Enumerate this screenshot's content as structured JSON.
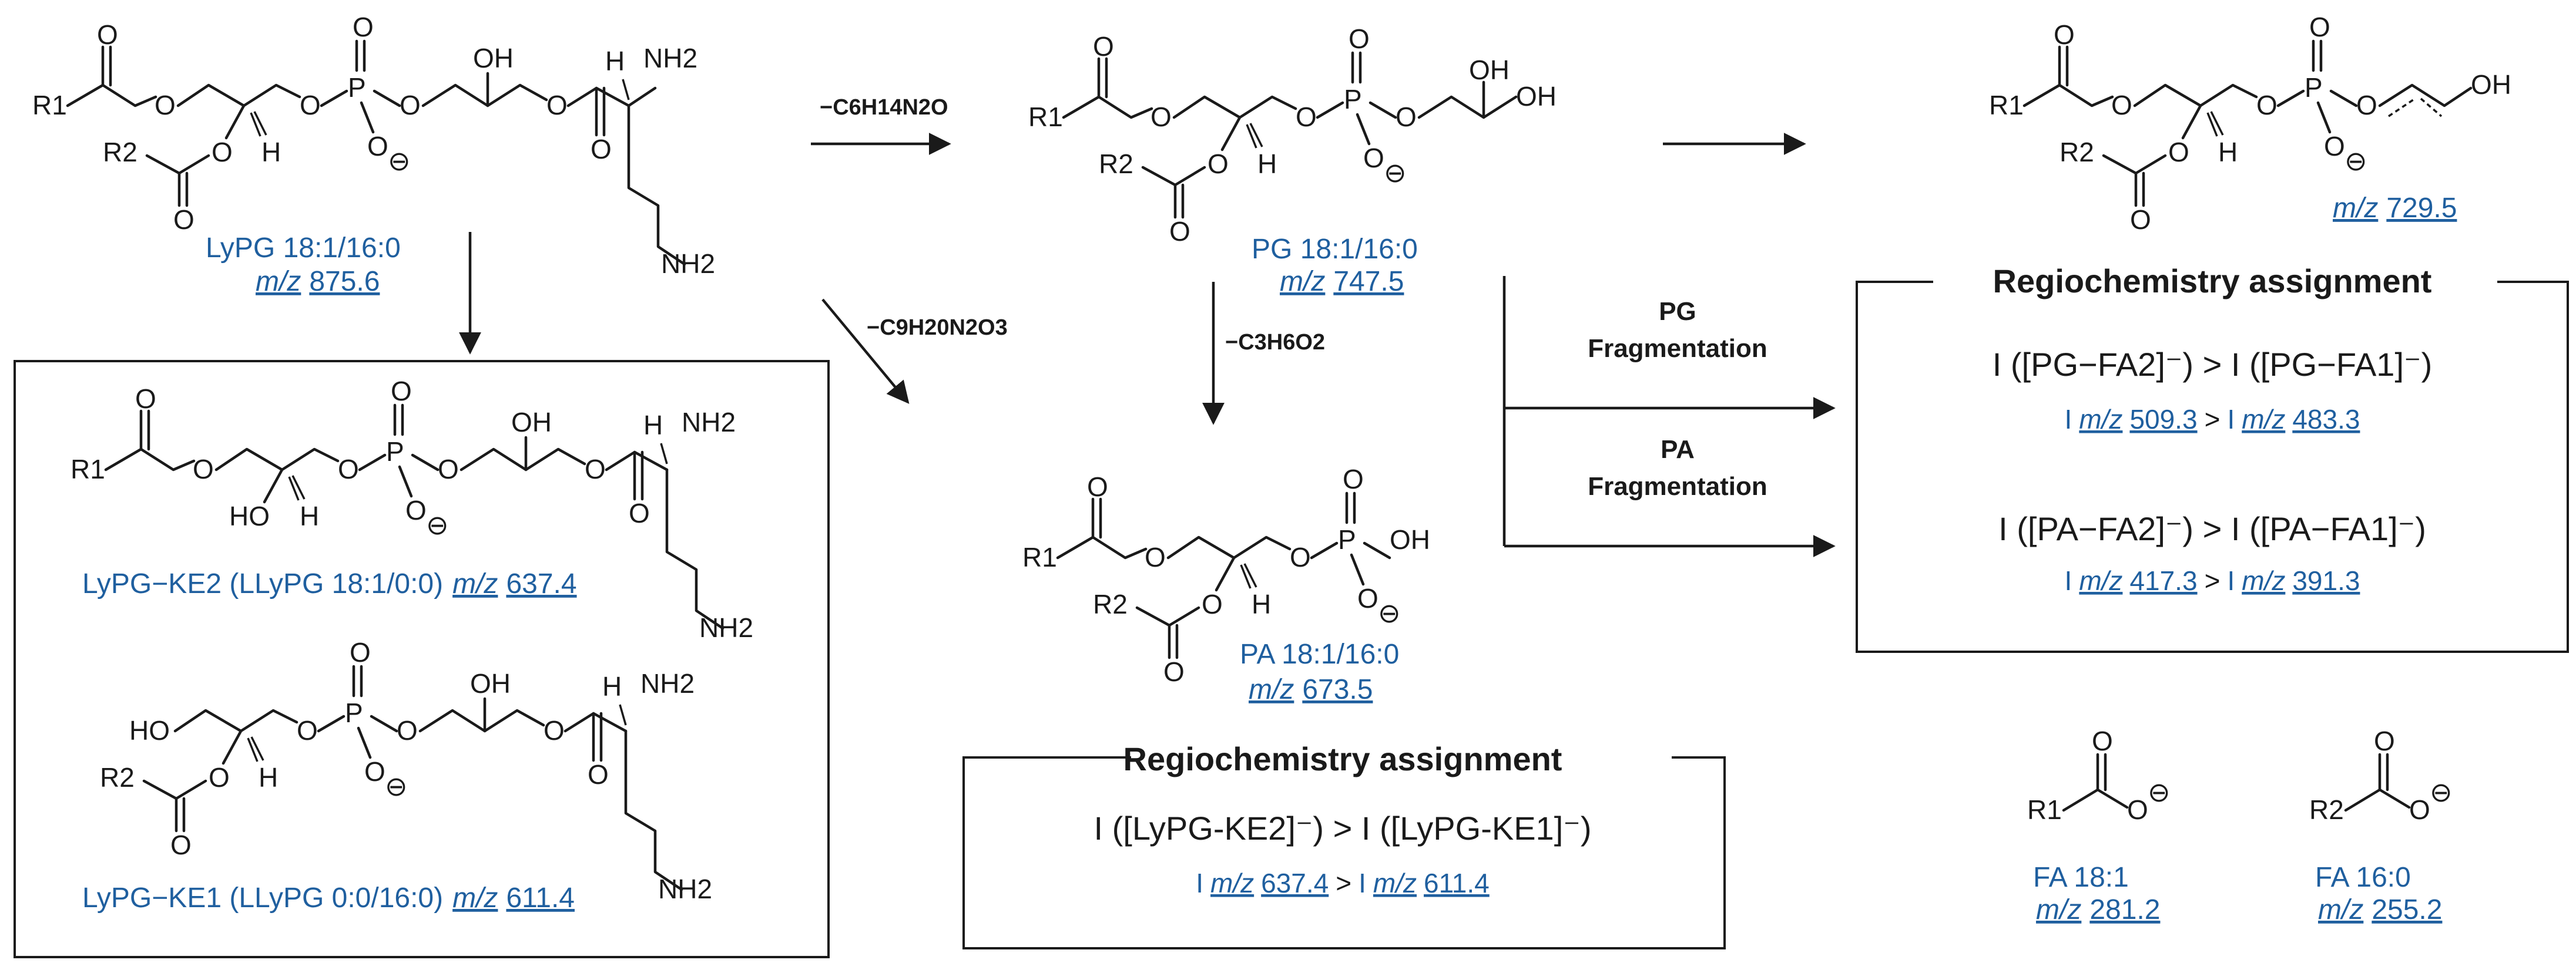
{
  "arrows": {
    "loss_c6": "−C6H14N2O",
    "loss_c9": "−C9H20N2O3",
    "loss_c3": "−C3H6O2",
    "pg_frag_1": "PG",
    "pg_frag_2": "Fragmentation",
    "pa_frag_1": "PA",
    "pa_frag_2": "Fragmentation"
  },
  "compounds": {
    "lypg": {
      "name": "LyPG 18:1/16:0",
      "mz_label": "m/z",
      "mz": "875.6"
    },
    "pg": {
      "name": "PG 18:1/16:0",
      "mz_label": "m/z",
      "mz": "747.5"
    },
    "pa": {
      "name": "PA 18:1/16:0",
      "mz_label": "m/z",
      "mz": "673.5"
    },
    "frag729": {
      "mz_label": "m/z",
      "mz": "729.5"
    },
    "ke2": {
      "name": "LyPG−KE2 (LLyPG 18:1/0:0)",
      "mz_label": "m/z",
      "mz": "637.4"
    },
    "ke1": {
      "name": "LyPG−KE1 (LLyPG 0:0/16:0)",
      "mz_label": "m/z",
      "mz": "611.4"
    },
    "fa181": {
      "name": "FA 18:1",
      "mz_label": "m/z",
      "mz": "281.2"
    },
    "fa160": {
      "name": "FA 16:0",
      "mz_label": "m/z",
      "mz": "255.2"
    }
  },
  "atoms": {
    "O": "O",
    "P": "P",
    "H": "H",
    "OH": "OH",
    "HO": "HO",
    "NH2": "NH2",
    "R1": "R1",
    "R2": "R2",
    "minus": "⊖"
  },
  "regio_center": {
    "title": "Regiochemistry assignment",
    "eq": "I ([LyPG-KE2]⁻) > I ([LyPG-KE1]⁻)",
    "i1": "I",
    "mz_label": "m/z",
    "v1": "637.4",
    "gt": ">",
    "i2": "I",
    "v2": "611.4"
  },
  "regio_right": {
    "title": "Regiochemistry assignment",
    "eq1": "I ([PG−FA2]⁻) > I ([PG−FA1]⁻)",
    "eq1_vals": {
      "i1": "I",
      "mz_label": "m/z",
      "v1": "509.3",
      "gt": ">",
      "i2": "I",
      "v2": "483.3"
    },
    "eq2": "I ([PA−FA2]⁻) > I ([PA−FA1]⁻)",
    "eq2_vals": {
      "i1": "I",
      "mz_label": "m/z",
      "v1": "417.3",
      "gt": ">",
      "i2": "I",
      "v2": "391.3"
    }
  }
}
